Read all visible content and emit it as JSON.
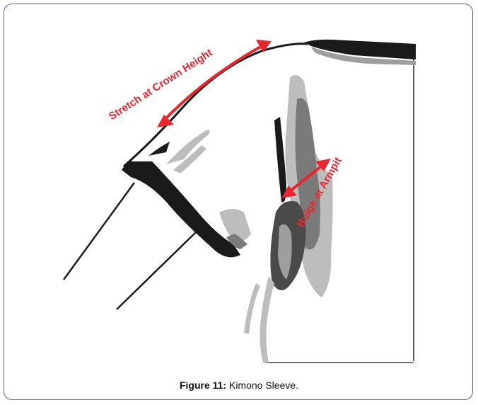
{
  "figure": {
    "caption_label": "Figure 11:",
    "caption_text": " Kimono Sleeve."
  },
  "annotations": {
    "crown": "Stretch at Crown Height",
    "armpit": "Bulge at Armpit"
  },
  "colors": {
    "accent": "#e8262e",
    "frame": "#5b5f9c",
    "dark": "#1a1a1a",
    "mid_gray": "#7a7a7a",
    "light_gray": "#bdbdbd"
  }
}
